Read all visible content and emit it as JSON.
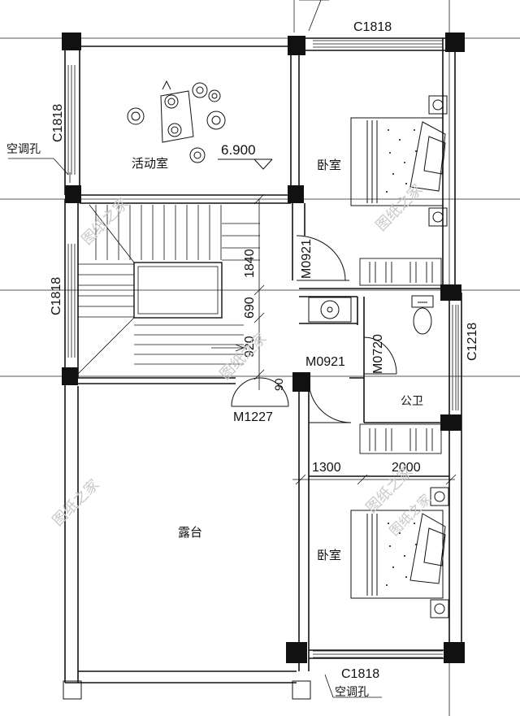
{
  "rooms": {
    "activity": "活动室",
    "elevation": "6.900",
    "bedroom_top": "卧室",
    "terrace": "露台",
    "bathroom": "公卫",
    "bedroom_bottom": "卧室"
  },
  "openings": {
    "window_top": "C1818",
    "window_left_top": "C1818",
    "window_left_stair": "C1818",
    "window_right": "C1218",
    "window_bottom": "C1818",
    "door_bedroom_top": "M0921",
    "door_bath": "M0720",
    "door_bedroom_bottom": "M0921",
    "door_terrace": "M1227"
  },
  "dimensions": {
    "stair_upper": "1840",
    "stair_mid": "690",
    "stair_lower": "920",
    "door_gap": "90",
    "width_left": "1300",
    "width_right": "2000"
  },
  "annotations": {
    "ac_hole_top": "空调孔",
    "ac_hole_bottom": "空调孔"
  },
  "watermarks": [
    "图纸之家",
    "图纸之家",
    "图纸之家",
    "图纸之家",
    "图纸之家",
    "图纸之家"
  ]
}
